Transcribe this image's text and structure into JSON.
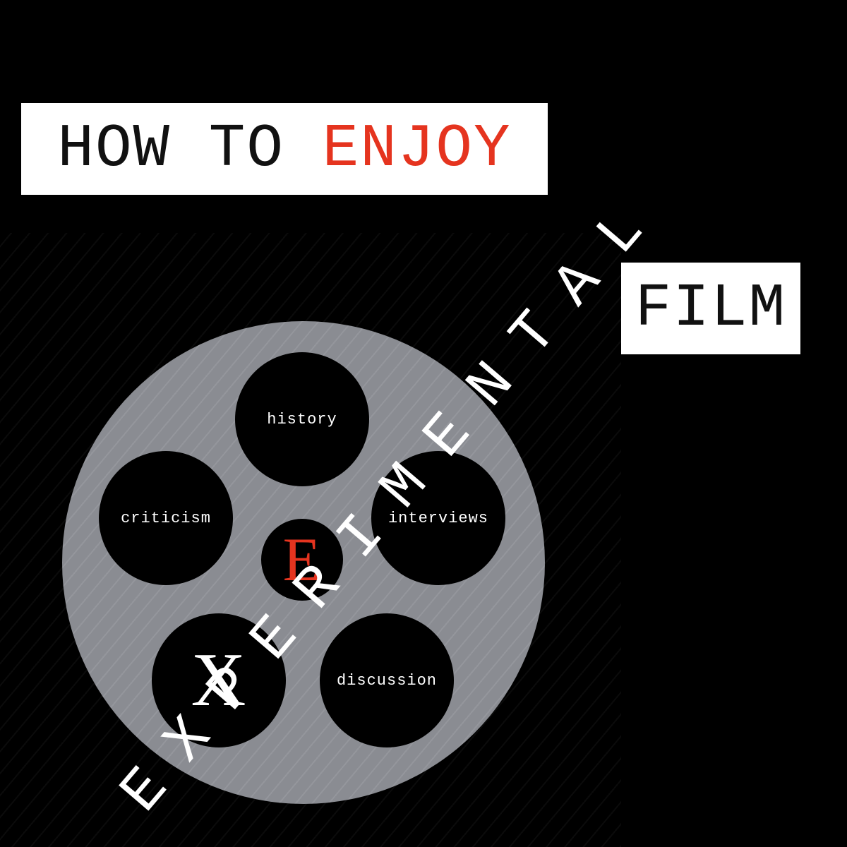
{
  "title": {
    "prefix": "HOW TO ",
    "accent": "ENJOY",
    "accent_color": "#e5341f"
  },
  "film_label": "FILM",
  "diagonal_word": "EXPERIMENTAL",
  "reel": {
    "holes": [
      "history",
      "criticism",
      "interviews",
      "discussion"
    ],
    "x_letter": "X",
    "center_letter": "E"
  },
  "icons": [
    "film-reel-icon"
  ]
}
